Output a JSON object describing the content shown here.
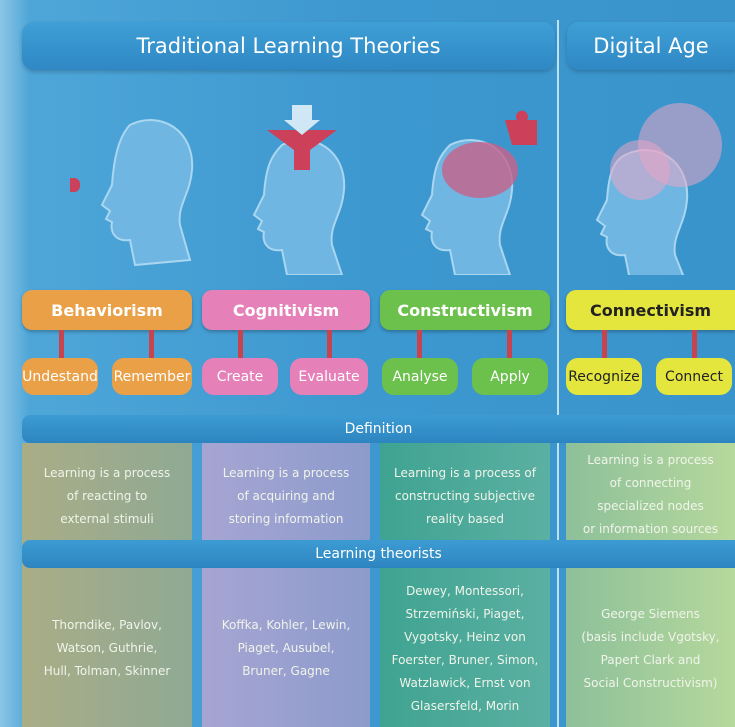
{
  "headers": {
    "traditional": "Traditional Learning Theories",
    "digital": "Digital Age"
  },
  "theories": [
    {
      "name": "Behaviorism",
      "color": "#e9a047",
      "skills": [
        "Undestand",
        "Remember"
      ],
      "definition": [
        "Learning is a process",
        "of reacting to",
        "external stimuli"
      ],
      "theorists": [
        "Thorndike, Pavlov,",
        "Watson, Guthrie,",
        "Hull, Tolman, Skinner"
      ]
    },
    {
      "name": "Cognitivism",
      "color": "#e680b8",
      "skills": [
        "Create",
        "Evaluate"
      ],
      "definition": [
        "Learning is a process",
        "of acquiring and",
        "storing information"
      ],
      "theorists": [
        "Koffka, Kohler, Lewin,",
        "Piaget, Ausubel,",
        "Bruner, Gagne"
      ]
    },
    {
      "name": "Constructivism",
      "color": "#6cc04c",
      "skills": [
        "Analyse",
        "Apply"
      ],
      "definition": [
        "Learning is a process of",
        "constructing subjective",
        "reality based"
      ],
      "theorists": [
        "Dewey, Montessori,",
        "Strzemiński, Piaget,",
        "Vygotsky, Heinz von",
        "Foerster, Bruner, Simon,",
        "Watzlawick, Ernst von",
        "Glasersfeld, Morin"
      ]
    },
    {
      "name": "Connectivism",
      "color": "#e4e63e",
      "skills": [
        "Recognize",
        "Connect"
      ],
      "definition": [
        "Learning is a process",
        "of connecting",
        "specialized nodes",
        "or information sources"
      ],
      "theorists": [
        "George Siemens",
        "(basis include Vgotsky,",
        "Papert Clark and",
        "Social Constructivism)"
      ]
    }
  ],
  "bands": {
    "definition": "Definition",
    "theorists": "Learning theorists"
  }
}
